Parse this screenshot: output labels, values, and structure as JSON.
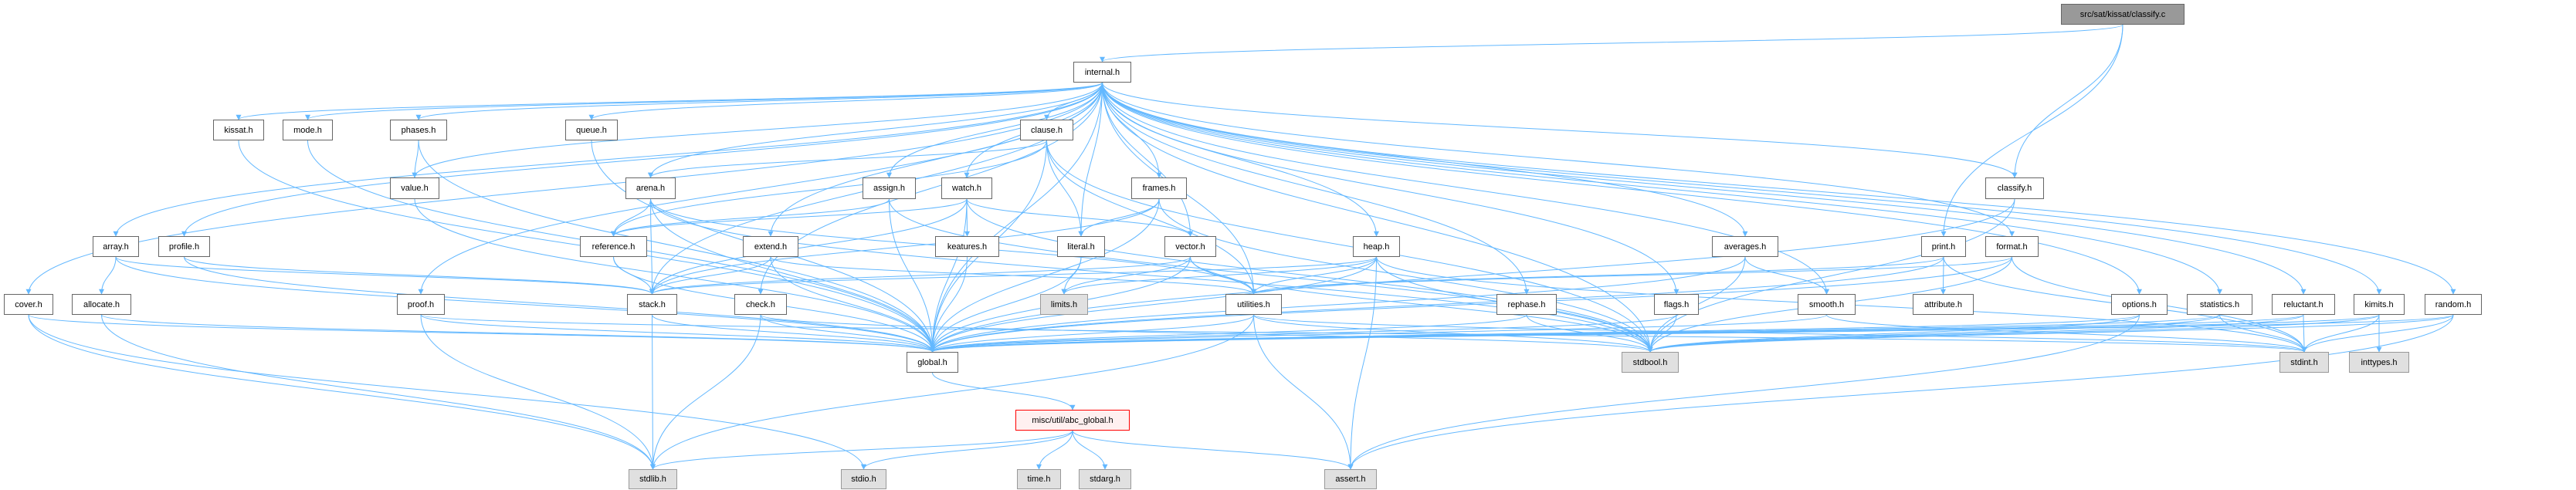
{
  "graph": {
    "nodes": [
      {
        "id": "classify_c",
        "label": "src/sat/kissat/classify.c",
        "kind": "root"
      },
      {
        "id": "internal",
        "label": "internal.h",
        "kind": "normal"
      },
      {
        "id": "kissat",
        "label": "kissat.h",
        "kind": "normal"
      },
      {
        "id": "mode",
        "label": "mode.h",
        "kind": "normal"
      },
      {
        "id": "phases",
        "label": "phases.h",
        "kind": "normal"
      },
      {
        "id": "queue",
        "label": "queue.h",
        "kind": "normal"
      },
      {
        "id": "clause",
        "label": "clause.h",
        "kind": "normal"
      },
      {
        "id": "value",
        "label": "value.h",
        "kind": "normal"
      },
      {
        "id": "arena",
        "label": "arena.h",
        "kind": "normal"
      },
      {
        "id": "assign",
        "label": "assign.h",
        "kind": "normal"
      },
      {
        "id": "watch",
        "label": "watch.h",
        "kind": "normal"
      },
      {
        "id": "frames",
        "label": "frames.h",
        "kind": "normal"
      },
      {
        "id": "classify_h",
        "label": "classify.h",
        "kind": "normal"
      },
      {
        "id": "array",
        "label": "array.h",
        "kind": "normal"
      },
      {
        "id": "profile",
        "label": "profile.h",
        "kind": "normal"
      },
      {
        "id": "reference",
        "label": "reference.h",
        "kind": "normal"
      },
      {
        "id": "extend",
        "label": "extend.h",
        "kind": "normal"
      },
      {
        "id": "keatures",
        "label": "keatures.h",
        "kind": "normal"
      },
      {
        "id": "literal",
        "label": "literal.h",
        "kind": "normal"
      },
      {
        "id": "vector",
        "label": "vector.h",
        "kind": "normal"
      },
      {
        "id": "heap",
        "label": "heap.h",
        "kind": "normal"
      },
      {
        "id": "averages",
        "label": "averages.h",
        "kind": "normal"
      },
      {
        "id": "print",
        "label": "print.h",
        "kind": "normal"
      },
      {
        "id": "format",
        "label": "format.h",
        "kind": "normal"
      },
      {
        "id": "cover",
        "label": "cover.h",
        "kind": "normal"
      },
      {
        "id": "allocate",
        "label": "allocate.h",
        "kind": "normal"
      },
      {
        "id": "proof",
        "label": "proof.h",
        "kind": "normal"
      },
      {
        "id": "stack",
        "label": "stack.h",
        "kind": "normal"
      },
      {
        "id": "check",
        "label": "check.h",
        "kind": "normal"
      },
      {
        "id": "limits",
        "label": "limits.h",
        "kind": "sys"
      },
      {
        "id": "utilities",
        "label": "utilities.h",
        "kind": "normal"
      },
      {
        "id": "rephase",
        "label": "rephase.h",
        "kind": "normal"
      },
      {
        "id": "flags",
        "label": "flags.h",
        "kind": "normal"
      },
      {
        "id": "smooth",
        "label": "smooth.h",
        "kind": "normal"
      },
      {
        "id": "attribute",
        "label": "attribute.h",
        "kind": "normal"
      },
      {
        "id": "options",
        "label": "options.h",
        "kind": "normal"
      },
      {
        "id": "statistics",
        "label": "statistics.h",
        "kind": "normal"
      },
      {
        "id": "reluctant",
        "label": "reluctant.h",
        "kind": "normal"
      },
      {
        "id": "kimits",
        "label": "kimits.h",
        "kind": "normal"
      },
      {
        "id": "random",
        "label": "random.h",
        "kind": "normal"
      },
      {
        "id": "global",
        "label": "global.h",
        "kind": "normal"
      },
      {
        "id": "stdbool",
        "label": "stdbool.h",
        "kind": "sys"
      },
      {
        "id": "stdint",
        "label": "stdint.h",
        "kind": "sys"
      },
      {
        "id": "inttypes",
        "label": "inttypes.h",
        "kind": "sys"
      },
      {
        "id": "abc_global",
        "label": "misc/util/abc_global.h",
        "kind": "red"
      },
      {
        "id": "stdlib",
        "label": "stdlib.h",
        "kind": "sys"
      },
      {
        "id": "stdio",
        "label": "stdio.h",
        "kind": "sys"
      },
      {
        "id": "time",
        "label": "time.h",
        "kind": "sys"
      },
      {
        "id": "stdarg",
        "label": "stdarg.h",
        "kind": "sys"
      },
      {
        "id": "assert",
        "label": "assert.h",
        "kind": "sys"
      }
    ],
    "edges": [
      [
        "classify_c",
        "internal"
      ],
      [
        "classify_c",
        "classify_h"
      ],
      [
        "classify_c",
        "print"
      ],
      [
        "internal",
        "kissat"
      ],
      [
        "internal",
        "mode"
      ],
      [
        "internal",
        "phases"
      ],
      [
        "internal",
        "queue"
      ],
      [
        "internal",
        "clause"
      ],
      [
        "internal",
        "value"
      ],
      [
        "internal",
        "arena"
      ],
      [
        "internal",
        "assign"
      ],
      [
        "internal",
        "watch"
      ],
      [
        "internal",
        "frames"
      ],
      [
        "internal",
        "classify_h"
      ],
      [
        "internal",
        "array"
      ],
      [
        "internal",
        "profile"
      ],
      [
        "internal",
        "extend"
      ],
      [
        "internal",
        "literal"
      ],
      [
        "internal",
        "vector"
      ],
      [
        "internal",
        "heap"
      ],
      [
        "internal",
        "averages"
      ],
      [
        "internal",
        "format"
      ],
      [
        "internal",
        "cover"
      ],
      [
        "internal",
        "proof"
      ],
      [
        "internal",
        "stack"
      ],
      [
        "internal",
        "check"
      ],
      [
        "internal",
        "utilities"
      ],
      [
        "internal",
        "rephase"
      ],
      [
        "internal",
        "flags"
      ],
      [
        "internal",
        "smooth"
      ],
      [
        "internal",
        "options"
      ],
      [
        "internal",
        "statistics"
      ],
      [
        "internal",
        "reluctant"
      ],
      [
        "internal",
        "kimits"
      ],
      [
        "internal",
        "random"
      ],
      [
        "internal",
        "global"
      ],
      [
        "internal",
        "stdbool"
      ],
      [
        "clause",
        "arena"
      ],
      [
        "clause",
        "literal"
      ],
      [
        "clause",
        "reference"
      ],
      [
        "clause",
        "utilities"
      ],
      [
        "clause",
        "global"
      ],
      [
        "clause",
        "stdbool"
      ],
      [
        "arena",
        "reference"
      ],
      [
        "arena",
        "stack"
      ],
      [
        "arena",
        "utilities"
      ],
      [
        "arena",
        "global"
      ],
      [
        "arena",
        "stdbool"
      ],
      [
        "assign",
        "reference"
      ],
      [
        "assign",
        "global"
      ],
      [
        "assign",
        "stdbool"
      ],
      [
        "watch",
        "keatures"
      ],
      [
        "watch",
        "reference"
      ],
      [
        "watch",
        "stack"
      ],
      [
        "watch",
        "vector"
      ],
      [
        "watch",
        "global"
      ],
      [
        "watch",
        "stdbool"
      ],
      [
        "frames",
        "literal"
      ],
      [
        "frames",
        "stack"
      ],
      [
        "frames",
        "global"
      ],
      [
        "frames",
        "stdbool"
      ],
      [
        "literal",
        "limits"
      ],
      [
        "literal",
        "global"
      ],
      [
        "vector",
        "limits"
      ],
      [
        "vector",
        "stack"
      ],
      [
        "vector",
        "utilities"
      ],
      [
        "vector",
        "global"
      ],
      [
        "vector",
        "stdbool"
      ],
      [
        "heap",
        "limits"
      ],
      [
        "heap",
        "stack"
      ],
      [
        "heap",
        "utilities"
      ],
      [
        "heap",
        "global"
      ],
      [
        "heap",
        "stdbool"
      ],
      [
        "heap",
        "assert"
      ],
      [
        "heap",
        "stdint"
      ],
      [
        "utilities",
        "global"
      ],
      [
        "utilities",
        "stdbool"
      ],
      [
        "utilities",
        "stdint"
      ],
      [
        "utilities",
        "assert"
      ],
      [
        "utilities",
        "stdlib"
      ],
      [
        "stack",
        "stdlib"
      ],
      [
        "stack",
        "global"
      ],
      [
        "reference",
        "stack"
      ],
      [
        "reference",
        "global"
      ],
      [
        "extend",
        "stack"
      ],
      [
        "extend",
        "utilities"
      ],
      [
        "extend",
        "global"
      ],
      [
        "check",
        "stdlib"
      ],
      [
        "check",
        "global"
      ],
      [
        "check",
        "stdbool"
      ],
      [
        "proof",
        "stdlib"
      ],
      [
        "proof",
        "global"
      ],
      [
        "proof",
        "stdint"
      ],
      [
        "array",
        "allocate"
      ],
      [
        "array",
        "stack"
      ],
      [
        "array",
        "global"
      ],
      [
        "allocate",
        "stdlib"
      ],
      [
        "allocate",
        "global"
      ],
      [
        "cover",
        "stdlib"
      ],
      [
        "cover",
        "stdio"
      ],
      [
        "cover",
        "global"
      ],
      [
        "profile",
        "stack"
      ],
      [
        "profile",
        "global"
      ],
      [
        "kissat",
        "global"
      ],
      [
        "mode",
        "global"
      ],
      [
        "phases",
        "value"
      ],
      [
        "phases",
        "global"
      ],
      [
        "value",
        "global"
      ],
      [
        "queue",
        "global"
      ],
      [
        "keatures",
        "global"
      ],
      [
        "rephase",
        "global"
      ],
      [
        "rephase",
        "stdbool"
      ],
      [
        "flags",
        "global"
      ],
      [
        "flags",
        "stdbool"
      ],
      [
        "averages",
        "smooth"
      ],
      [
        "averages",
        "global"
      ],
      [
        "averages",
        "stdbool"
      ],
      [
        "smooth",
        "global"
      ],
      [
        "smooth",
        "stdint"
      ],
      [
        "print",
        "attribute"
      ],
      [
        "print",
        "utilities"
      ],
      [
        "print",
        "global"
      ],
      [
        "print",
        "stdint"
      ],
      [
        "format",
        "utilities"
      ],
      [
        "format",
        "global"
      ],
      [
        "format",
        "stdbool"
      ],
      [
        "format",
        "stdint"
      ],
      [
        "classify_h",
        "global"
      ],
      [
        "classify_h",
        "stdbool"
      ],
      [
        "options",
        "global"
      ],
      [
        "options",
        "stdbool"
      ],
      [
        "options",
        "assert"
      ],
      [
        "statistics",
        "global"
      ],
      [
        "statistics",
        "stdbool"
      ],
      [
        "statistics",
        "stdint"
      ],
      [
        "reluctant",
        "global"
      ],
      [
        "reluctant",
        "stdbool"
      ],
      [
        "reluctant",
        "stdint"
      ],
      [
        "kimits",
        "global"
      ],
      [
        "kimits",
        "stdbool"
      ],
      [
        "kimits",
        "stdint"
      ],
      [
        "kimits",
        "inttypes"
      ],
      [
        "random",
        "global"
      ],
      [
        "random",
        "stdbool"
      ],
      [
        "random",
        "stdint"
      ],
      [
        "random",
        "assert"
      ],
      [
        "global",
        "abc_global"
      ],
      [
        "abc_global",
        "stdlib"
      ],
      [
        "abc_global",
        "stdio"
      ],
      [
        "abc_global",
        "time"
      ],
      [
        "abc_global",
        "stdarg"
      ],
      [
        "abc_global",
        "assert"
      ]
    ]
  },
  "colors": {
    "edge": "#63b8ff",
    "root_fill": "#999999",
    "system_fill": "#e0e0e0",
    "highlight_border": "#ff0000"
  }
}
